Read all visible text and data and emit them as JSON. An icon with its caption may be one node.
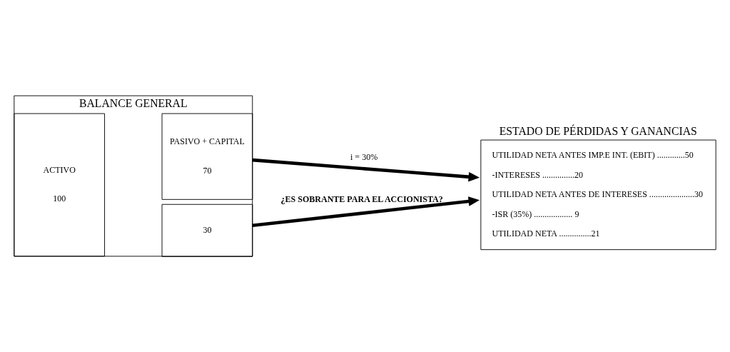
{
  "diagram": {
    "nodes": [
      {
        "text": [
          "BALANCE GENERAL"
        ]
      },
      {
        "text": [
          "ACTIVO",
          "100"
        ],
        "in": 0
      },
      {
        "text": [
          "PASIVO + CAPITAL",
          "70"
        ],
        "in": 0
      },
      {
        "text": [
          "30"
        ],
        "in": 0
      },
      {
        "text": [
          "ESTADO DE PÉRDIDAS Y GANANCIAS",
          "UTILIDAD NETA ANTES IMP.E INT. (EBIT) .............50",
          "-INTERESES ...............20",
          "UTILIDAD NETA ANTES DE INTERESES .....................30",
          "-ISR (35%) .................. 9",
          "UTILIDAD NETA ...............21"
        ]
      }
    ],
    "edges": [
      {
        "from": 2,
        "to": 4,
        "arrow": "to",
        "label": "i = 30%"
      },
      {
        "from": 3,
        "to": 4,
        "arrow": "to",
        "label": "¿ES SOBRANTE PARA EL ACCIONISTA?"
      }
    ]
  }
}
